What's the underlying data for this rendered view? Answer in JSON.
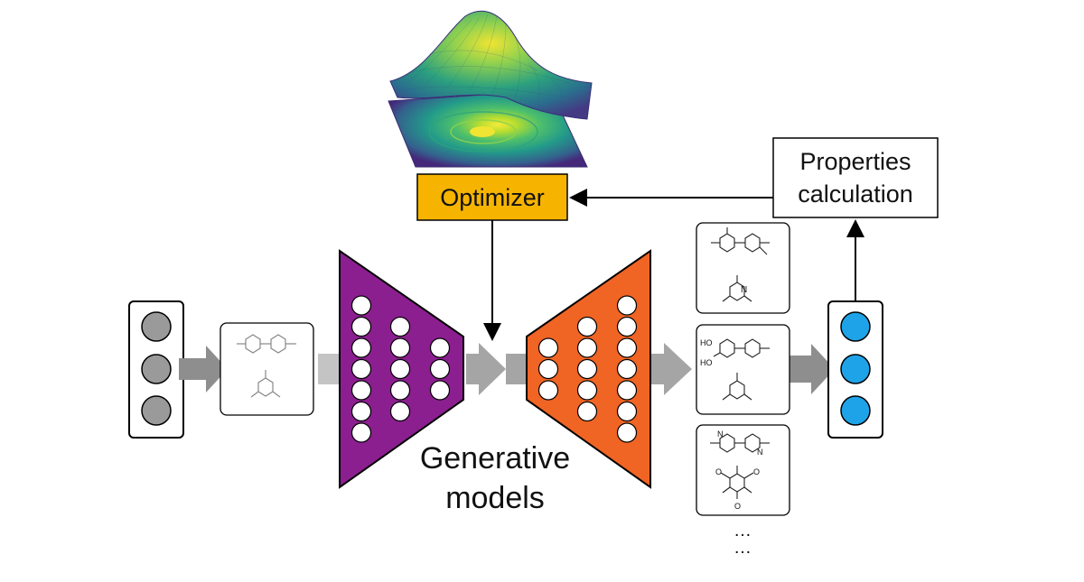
{
  "optimizer": {
    "label": "Optimizer",
    "fill": "#F6B400"
  },
  "properties": {
    "line1": "Properties",
    "line2": "calculation"
  },
  "generative": {
    "line1": "Generative",
    "line2": "models"
  },
  "ellipsis": [
    "…",
    "…"
  ],
  "colors": {
    "input_nodes": "#9a9a9a",
    "encoder": "#8B1F8F",
    "decoder": "#F06424",
    "output_nodes": "#1FA3E8",
    "arrow": "#8e8e8e"
  },
  "encoder_node_counts": [
    7,
    5,
    3
  ],
  "decoder_node_counts": [
    3,
    5,
    7
  ],
  "molecule_labels": {
    "pyridine_n": "N",
    "ho_top": "HO",
    "ho_bottom": "HO",
    "bipyridine_n1": "N",
    "bipyridine_n2": "N",
    "ketone_o1": "O",
    "ketone_o2": "O",
    "ketone_o3": "O"
  },
  "icons": [
    "surface-plot-icon",
    "molecule-icon",
    "arrow-icon"
  ]
}
